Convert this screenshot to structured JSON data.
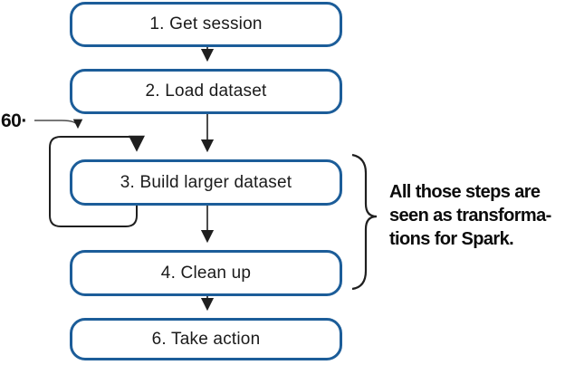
{
  "figure": {
    "steps": [
      {
        "label": "1. Get session"
      },
      {
        "label": "2. Load dataset"
      },
      {
        "label": "3. Build larger dataset"
      },
      {
        "label": "4. Clean up"
      },
      {
        "label": "6. Take action"
      }
    ],
    "loop_count_label": "60·",
    "annotation_lines": [
      "All those steps are",
      "seen as transforma-",
      "tions for Spark."
    ],
    "colors": {
      "box-border": "#1c5d99",
      "line": "#1f1f1f",
      "leader": "#4c4c4c"
    }
  }
}
